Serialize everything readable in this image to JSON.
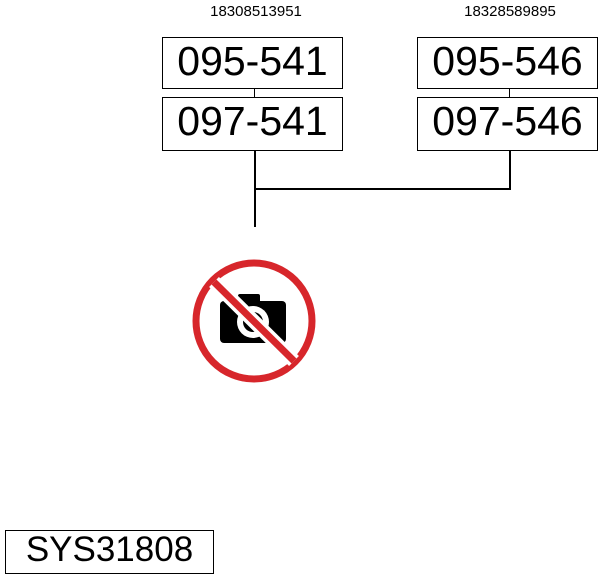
{
  "diagram": {
    "left_stack": {
      "reference": "18308513951",
      "parts": [
        "095-541",
        "097-541"
      ]
    },
    "right_stack": {
      "reference": "18328589895",
      "parts": [
        "095-546",
        "097-546"
      ]
    },
    "no_photo_icon": "no-photo-icon",
    "accent_color": "#d7262b",
    "diagram_code": "SYS31808"
  }
}
